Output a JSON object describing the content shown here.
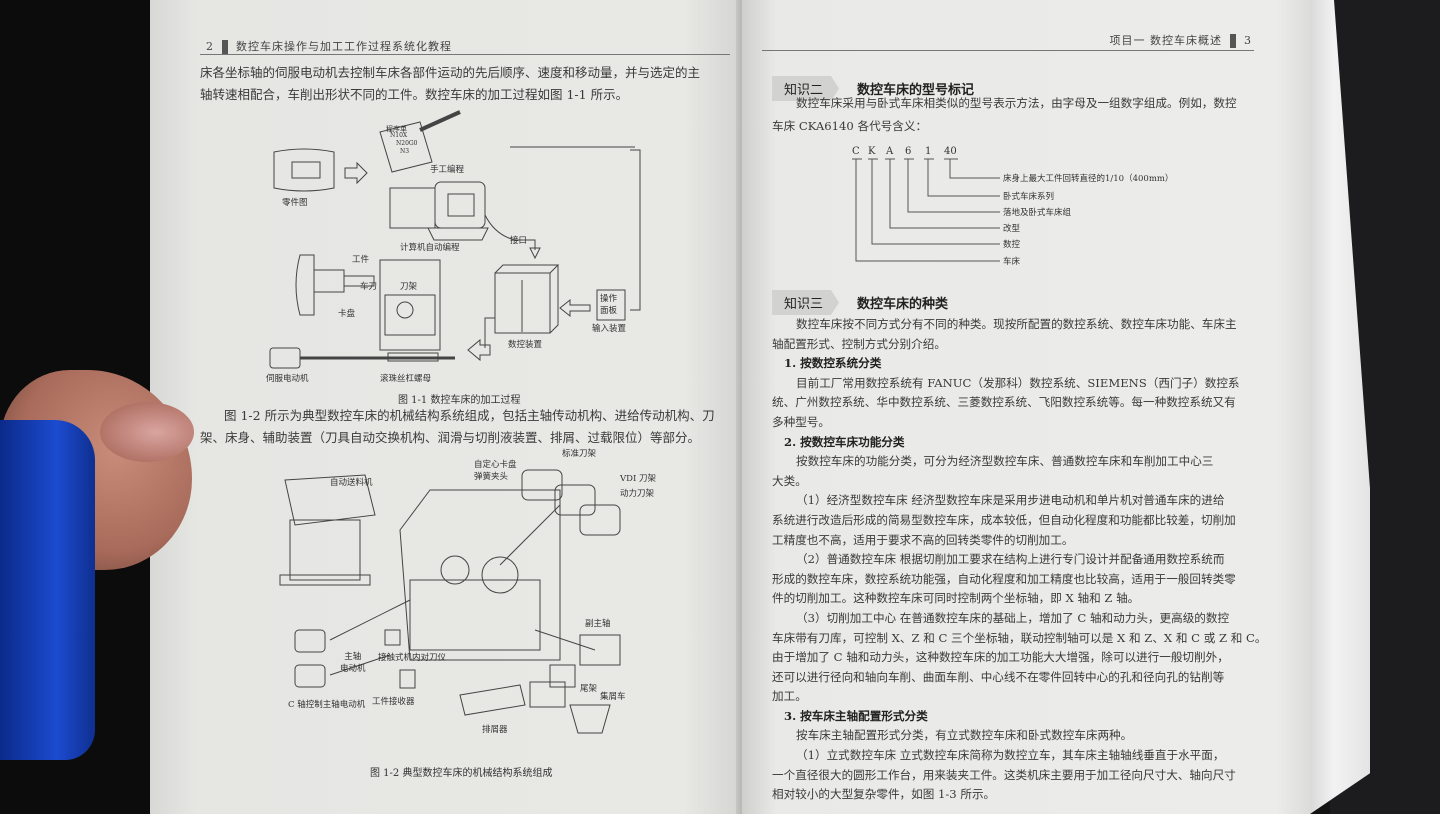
{
  "left_page": {
    "page_number": "2",
    "running_header": "数控车床操作与加工工作过程系统化教程",
    "intro_lines": [
      "床各坐标轴的伺服电动机去控制车床各部件运动的先后顺序、速度和移动量，并与选定的主",
      "轴转速相配合，车削出形状不同的工件。数控车床的加工过程如图 1-1 所示。"
    ],
    "figure_1_1": {
      "labels": {
        "program_sheet": "程序单",
        "program_codes": [
          "N10X",
          "N20G0",
          "N3"
        ],
        "manual_programming": "手工编程",
        "part_drawing": "零件图",
        "computer_programming": "计算机自动编程",
        "interface": "接口",
        "workpiece": "工件",
        "turning_tool": "车刀",
        "tool_holder": "刀架",
        "chuck": "卡盘",
        "operation_panel": "操作面板",
        "input_device": "输入装置",
        "cnc_device": "数控装置",
        "servo_motor": "伺服电动机",
        "ball_screw_nut": "滚珠丝杠螺母"
      },
      "caption": "图 1-1    数控车床的加工过程"
    },
    "body_lines": [
      "图 1-2 所示为典型数控车床的机械结构系统组成，包括主轴传动机构、进给传动机构、刀",
      "架、床身、辅助装置（刀具自动交换机构、润滑与切削液装置、排屑、过载限位）等部分。"
    ],
    "figure_1_2": {
      "labels": {
        "bar_feeder": "自动送料机",
        "self_centering_chuck": "自定心卡盘",
        "spring_collet": "弹簧夹头",
        "standard_turret": "标准刀架",
        "vdi_turret": "VDI 刀架",
        "power_turret": "动力刀架",
        "sub_spindle": "副主轴",
        "spindle_motor": "主轴\n电动机",
        "tool_setter": "接触式机内对刀仪",
        "c_axis_motor": "C 轴控制主轴电动机",
        "part_catcher": "工件接收器",
        "tailstock": "尾架",
        "chip_cart": "集屑车",
        "chip_conveyor": "排屑器"
      },
      "caption": "图 1-2    典型数控车床的机械结构系统组成"
    }
  },
  "right_page": {
    "page_number": "3",
    "running_header": "项目一    数控车床概述",
    "section2": {
      "tag": "知识二",
      "title": "数控车床的型号标记",
      "lines": [
        "数控车床采用与卧式车床相类似的型号表示方法，由字母及一组数字组成。例如，数控",
        "车床 CKA6140 各代号含义："
      ],
      "model_code": {
        "chars": [
          "C",
          "K",
          "A",
          "6",
          "1",
          "40"
        ],
        "meanings": [
          "床身上最大工件回转直径的1/10（400mm）",
          "卧式车床系列",
          "落地及卧式车床组",
          "改型",
          "数控",
          "车床"
        ]
      }
    },
    "section3": {
      "tag": "知识三",
      "title": "数控车床的种类",
      "lines": [
        {
          "t": "数控车床按不同方式分有不同的种类。现按所配置的数控系统、数控车床功能、车床主",
          "k": "indent"
        },
        {
          "t": "轴配置形式、控制方式分别介绍。",
          "k": ""
        },
        {
          "t": "1. 按数控系统分类",
          "k": "bold"
        },
        {
          "t": "目前工厂常用数控系统有 FANUC（发那科）数控系统、SIEMENS（西门子）数控系",
          "k": "indent"
        },
        {
          "t": "统、广州数控系统、华中数控系统、三菱数控系统、飞阳数控系统等。每一种数控系统又有",
          "k": ""
        },
        {
          "t": "多种型号。",
          "k": ""
        },
        {
          "t": "2. 按数控车床功能分类",
          "k": "bold"
        },
        {
          "t": "按数控车床的功能分类，可分为经济型数控车床、普通数控车床和车削加工中心三",
          "k": "indent"
        },
        {
          "t": "大类。",
          "k": ""
        },
        {
          "t": "（1）经济型数控车床    经济型数控车床是采用步进电动机和单片机对普通车床的进给",
          "k": "indent"
        },
        {
          "t": "系统进行改造后形成的简易型数控车床，成本较低，但自动化程度和功能都比较差，切削加",
          "k": ""
        },
        {
          "t": "工精度也不高，适用于要求不高的回转类零件的切削加工。",
          "k": ""
        },
        {
          "t": "（2）普通数控车床    根据切削加工要求在结构上进行专门设计并配备通用数控系统而",
          "k": "indent"
        },
        {
          "t": "形成的数控车床，数控系统功能强，自动化程度和加工精度也比较高，适用于一般回转类零",
          "k": ""
        },
        {
          "t": "件的切削加工。这种数控车床可同时控制两个坐标轴，即 X 轴和 Z 轴。",
          "k": ""
        },
        {
          "t": "（3）切削加工中心    在普通数控车床的基础上，增加了 C 轴和动力头，更高级的数控",
          "k": "indent"
        },
        {
          "t": "车床带有刀库，可控制 X、Z 和 C 三个坐标轴，联动控制轴可以是 X 和 Z、X 和 C 或 Z 和 C。",
          "k": ""
        },
        {
          "t": "由于增加了 C 轴和动力头，这种数控车床的加工功能大大增强，除可以进行一般切削外，",
          "k": ""
        },
        {
          "t": "还可以进行径向和轴向车削、曲面车削、中心线不在零件回转中心的孔和径向孔的钻削等",
          "k": ""
        },
        {
          "t": "加工。",
          "k": ""
        },
        {
          "t": "3. 按车床主轴配置形式分类",
          "k": "bold"
        },
        {
          "t": "按车床主轴配置形式分类，有立式数控车床和卧式数控车床两种。",
          "k": "indent"
        },
        {
          "t": "（1）立式数控车床    立式数控车床简称为数控立车，其车床主轴轴线垂直于水平面，",
          "k": "indent"
        },
        {
          "t": "一个直径很大的圆形工作台，用来装夹工件。这类机床主要用于加工径向尺寸大、轴向尺寸",
          "k": ""
        },
        {
          "t": "相对较小的大型复杂零件，如图 1-3 所示。",
          "k": ""
        }
      ]
    }
  }
}
